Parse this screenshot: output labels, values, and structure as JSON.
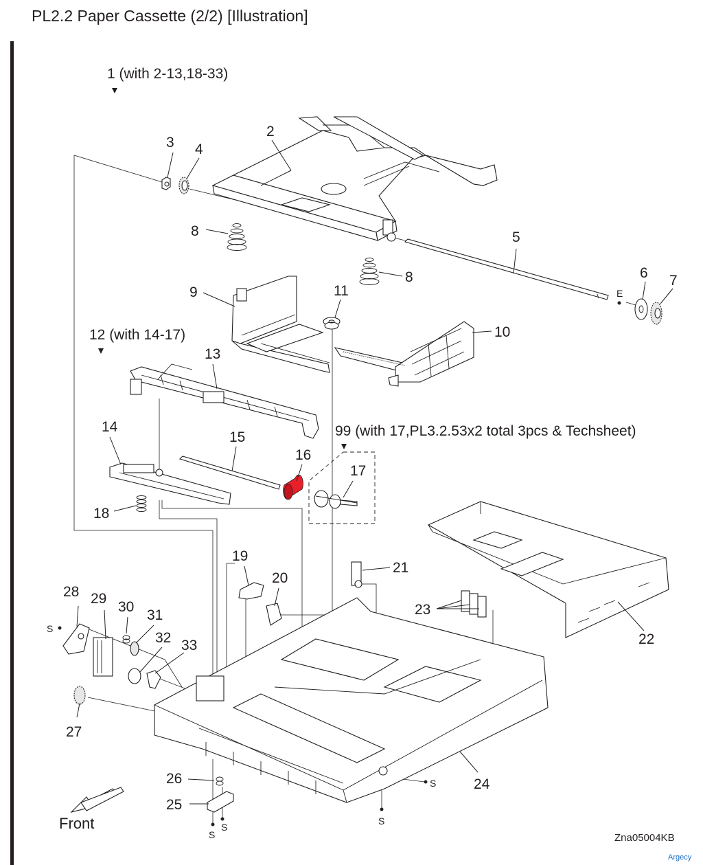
{
  "title": "PL2.2 Paper Cassette (2/2)  [Illustration]",
  "drawing_code": "Zna05004KB",
  "watermark": "Argecy",
  "front_label": "Front",
  "highlight_color": "#e8202a",
  "callouts": {
    "c1": "1 (with 2-13,18-33)",
    "c2": "2",
    "c3": "3",
    "c4": "4",
    "c5": "5",
    "c6": "6",
    "c7": "7",
    "c8a": "8",
    "c8b": "8",
    "c9": "9",
    "c10": "10",
    "c11": "11",
    "c12": "12 (with 14-17)",
    "c13": "13",
    "c14": "14",
    "c15": "15",
    "c16": "16",
    "c17": "17",
    "c18": "18",
    "c19": "19",
    "c20": "20",
    "c21": "21",
    "c22": "22",
    "c23": "23",
    "c24": "24",
    "c25": "25",
    "c26": "26",
    "c27": "27",
    "c28": "28",
    "c29": "29",
    "c30": "30",
    "c31": "31",
    "c32": "32",
    "c33": "33",
    "c99": "99 (with 17,PL3.2.53x2 total 3pcs & Techsheet)"
  },
  "screw_marks": {
    "s1": "S",
    "s2": "S",
    "s3": "S",
    "s4": "S",
    "s5": "S"
  },
  "e_ring_mark": "E"
}
